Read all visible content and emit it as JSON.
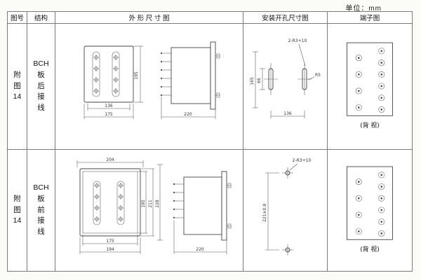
{
  "page": {
    "unit_label": "单位：mm"
  },
  "header": {
    "figure": "图号",
    "structure": "结构",
    "outline": "外 形 尺 寸 图",
    "mounting": "安装开孔尺寸图",
    "terminal": "端子图"
  },
  "rows": [
    {
      "figure": "附\n图\n14",
      "structure": "BCH\n板\n后\n接\n线",
      "outline_dims": {
        "h195": "195",
        "w136": "136",
        "w175": "175",
        "d220": "220"
      },
      "mounting_dims": {
        "note": "2-R3+10",
        "r5": "R5",
        "h165": "165",
        "h66": "66",
        "w136": "136"
      },
      "terminal_caption": "(背 视)"
    },
    {
      "figure": "附\n图\n14",
      "structure": "BCH\n板\n前\n接\n线",
      "outline_dims": {
        "w204": "204",
        "h195": "195",
        "h211": "211",
        "h228": "228",
        "w175": "175",
        "w194": "194",
        "d220": "220"
      },
      "mounting_dims": {
        "note": "2-R3+10",
        "h221": "221±0.8"
      },
      "terminal_caption": "(背 视)"
    }
  ]
}
